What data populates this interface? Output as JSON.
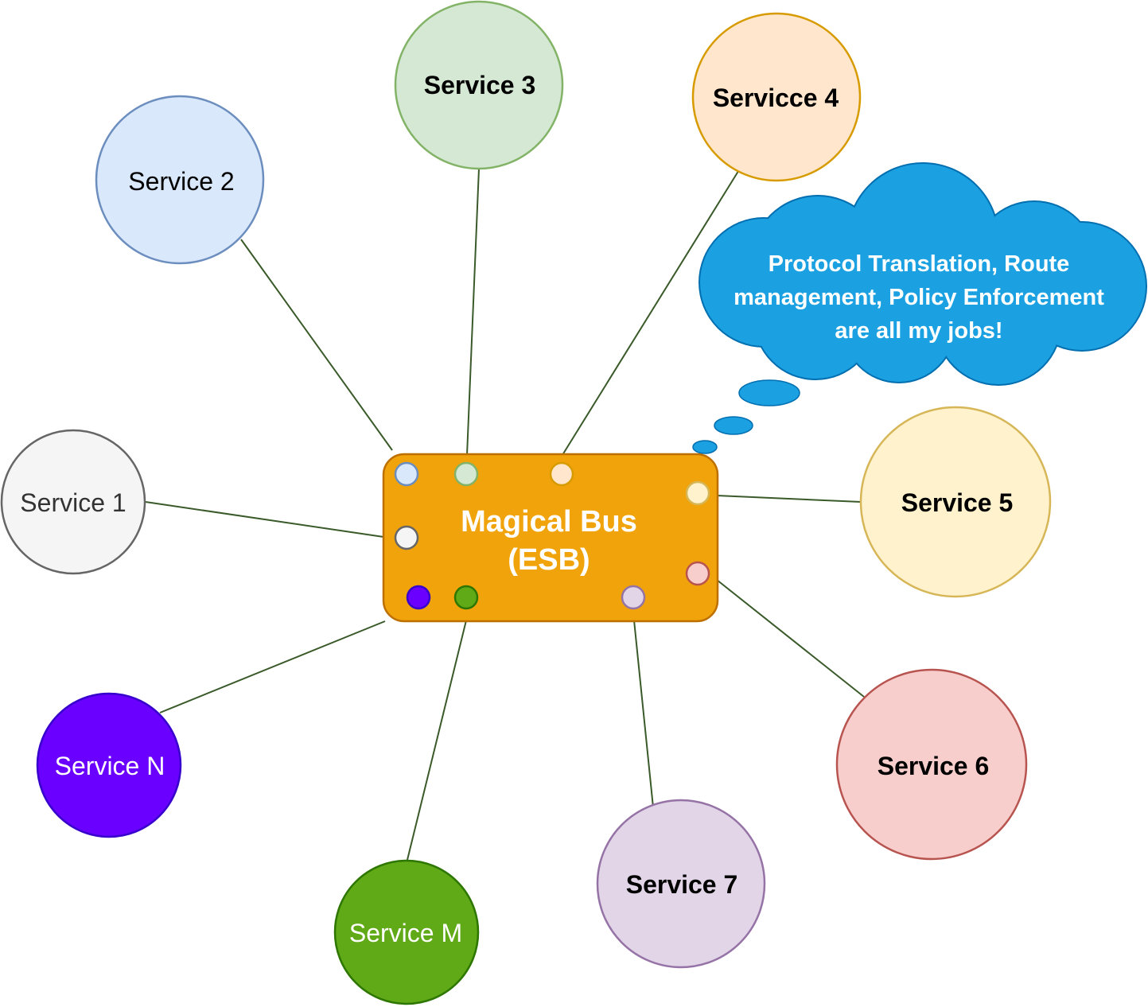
{
  "bus": {
    "line1": "Magical Bus",
    "line2": "(ESB)",
    "fill": "#f0a30a",
    "stroke": "#bd7000"
  },
  "thought": {
    "line1": "Protocol Translation, Route",
    "line2": "management, Policy Enforcement",
    "line3": "are all my jobs!",
    "fill": "#1ba1e2",
    "stroke": "#006eaf"
  },
  "connector_color": "#3a5a2a",
  "services": [
    {
      "id": "service-1",
      "label": "Service 1",
      "fill": "#f5f5f5",
      "stroke": "#666666",
      "text": "#333333",
      "bold": false
    },
    {
      "id": "service-2",
      "label": "Service 2",
      "fill": "#dae8fc",
      "stroke": "#6c8ebf",
      "text": "#000000",
      "bold": false
    },
    {
      "id": "service-3",
      "label": "Service 3",
      "fill": "#d5e8d4",
      "stroke": "#82b366",
      "text": "#000000",
      "bold": true
    },
    {
      "id": "service-4",
      "label": "Servicce 4",
      "fill": "#ffe6cc",
      "stroke": "#d79b00",
      "text": "#000000",
      "bold": true
    },
    {
      "id": "service-5",
      "label": "Service 5",
      "fill": "#fff2cc",
      "stroke": "#d6b656",
      "text": "#000000",
      "bold": true
    },
    {
      "id": "service-6",
      "label": "Service 6",
      "fill": "#f8cecc",
      "stroke": "#b85450",
      "text": "#000000",
      "bold": true
    },
    {
      "id": "service-7",
      "label": "Service 7",
      "fill": "#e1d5e7",
      "stroke": "#9673a6",
      "text": "#000000",
      "bold": true
    },
    {
      "id": "service-m",
      "label": "Service M",
      "fill": "#60a917",
      "stroke": "#2d7600",
      "text": "#ffffff",
      "bold": false
    },
    {
      "id": "service-n",
      "label": "Service N",
      "fill": "#6a00ff",
      "stroke": "#3700cc",
      "text": "#ffffff",
      "bold": false
    }
  ]
}
